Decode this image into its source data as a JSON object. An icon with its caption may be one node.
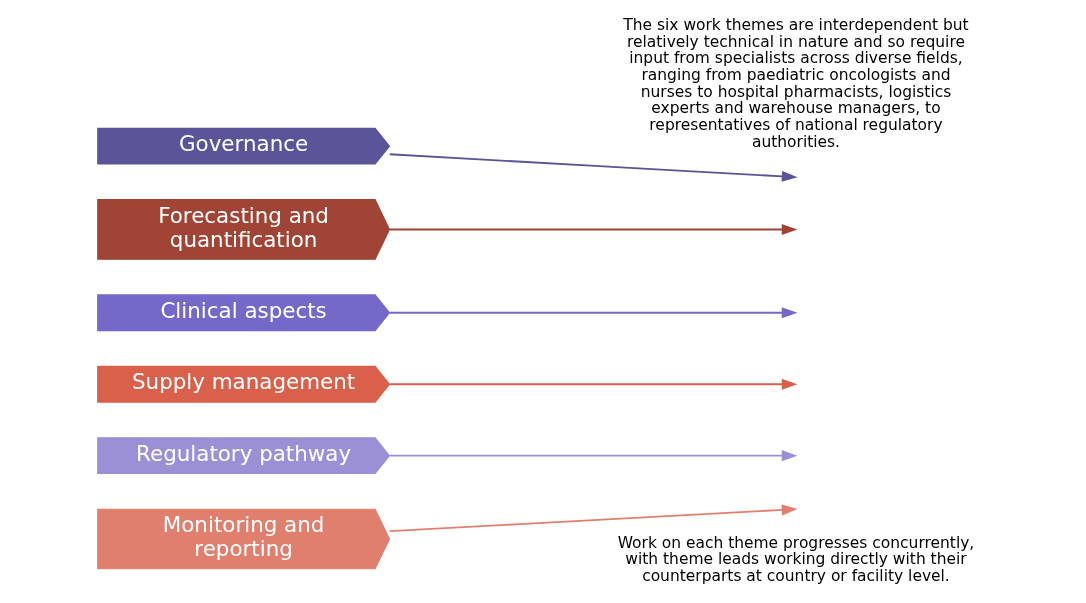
{
  "diagram": {
    "nodes": [
      {
        "text": [
          "Governance"
        ]
      },
      {
        "text": [
          "Forecasting and quantification"
        ]
      },
      {
        "text": [
          "Clinical aspects"
        ]
      },
      {
        "text": [
          "Supply management"
        ]
      },
      {
        "text": [
          "Regulatory pathway"
        ]
      },
      {
        "text": [
          "Monitoring and reporting"
        ]
      }
    ],
    "edges": [
      {
        "from": 0,
        "to": null,
        "arrow": "to",
        "color": "#5a5499"
      },
      {
        "from": 1,
        "to": null,
        "arrow": "to",
        "color": "#a04535"
      },
      {
        "from": 2,
        "to": null,
        "arrow": "to",
        "color": "#7468c9"
      },
      {
        "from": 3,
        "to": null,
        "arrow": "to",
        "color": "#d9604a"
      },
      {
        "from": 4,
        "to": null,
        "arrow": "to",
        "color": "#9b8fd6"
      },
      {
        "from": 5,
        "to": null,
        "arrow": "to",
        "color": "#e07f6e"
      }
    ],
    "labels": [
      "The six work themes are interdependent but relatively technical in nature and so require input from specialists across diverse fields, ranging from paediatric oncologists and nurses to hospital pharmacists, logistics experts and warehouse managers, to representatives of national regulatory authorities.",
      "Work on each theme progresses concurrently, with theme leads working directly with their counterparts at country or facility level."
    ]
  }
}
